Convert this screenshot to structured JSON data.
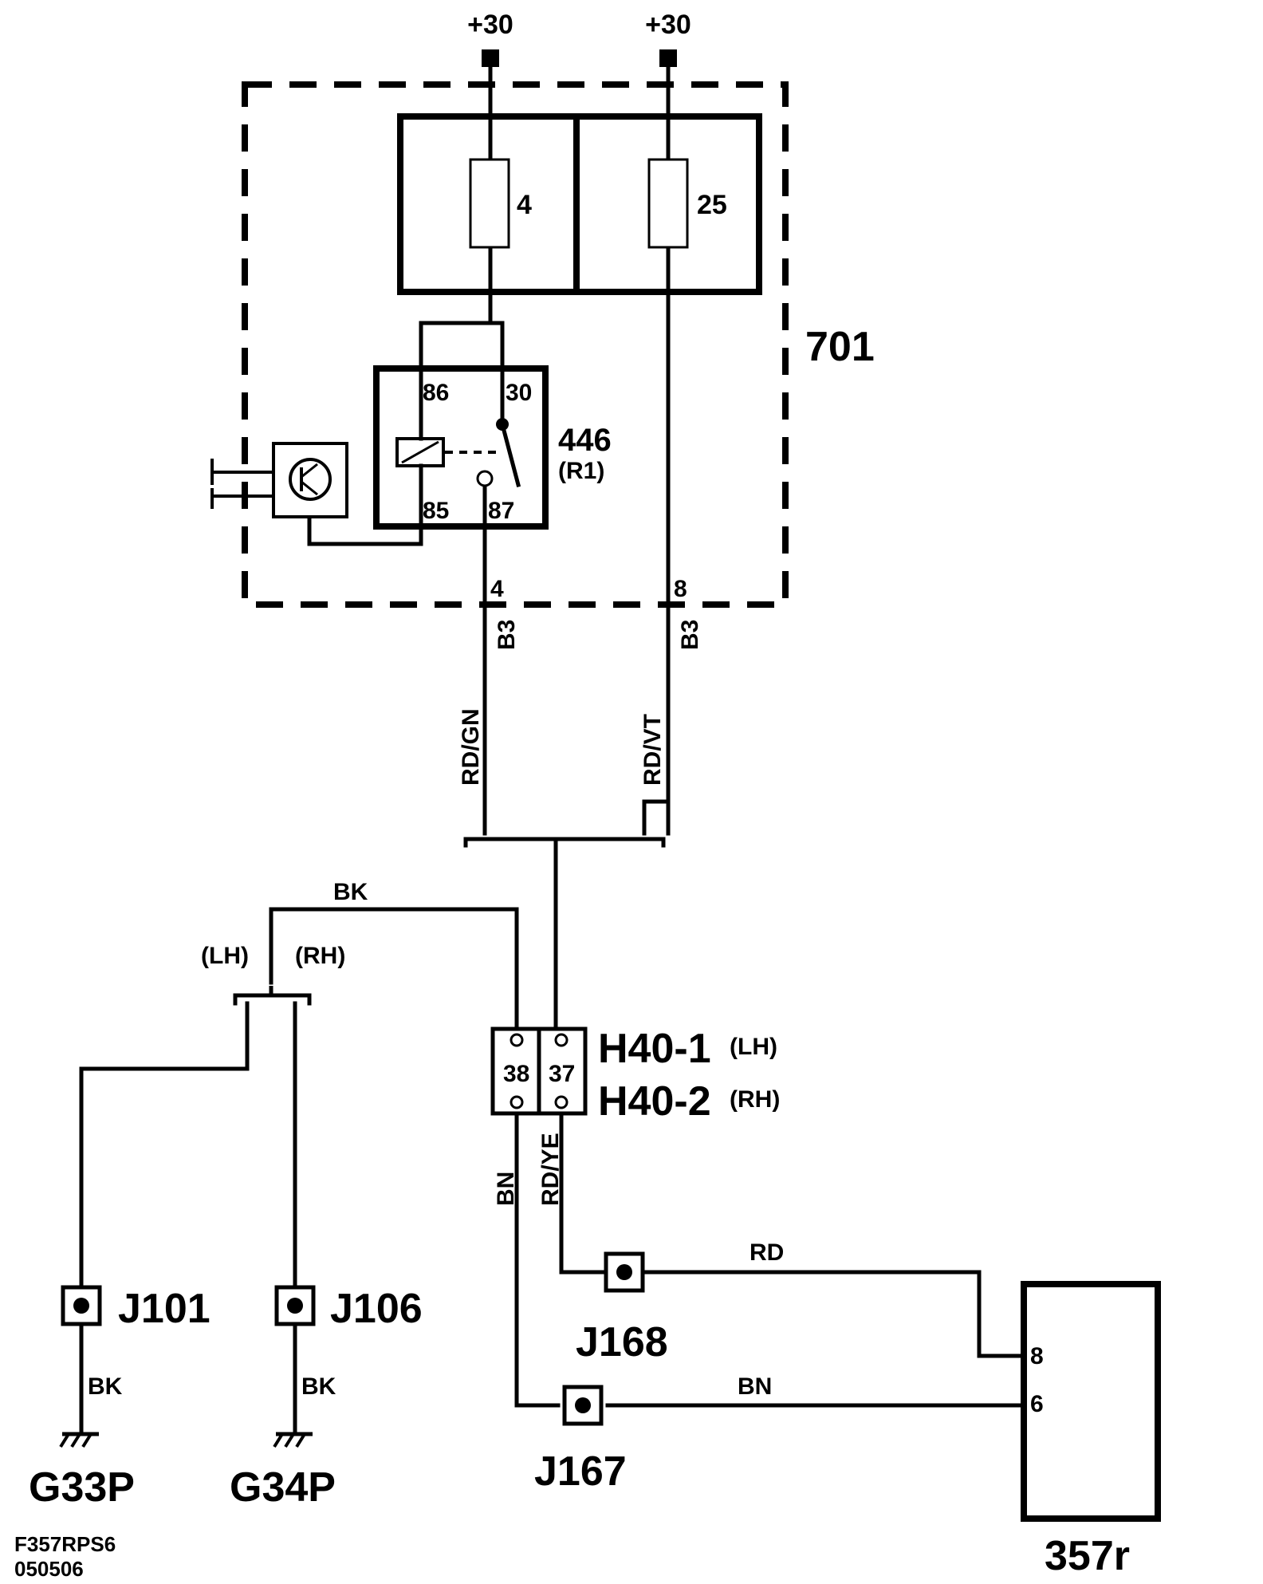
{
  "supply": {
    "left": "+30",
    "right": "+30"
  },
  "fuse_box": {
    "id": "701",
    "fuse_left": "4",
    "fuse_right": "25"
  },
  "relay": {
    "id": "446",
    "sub": "(R1)",
    "pins": {
      "p86": "86",
      "p30": "30",
      "p85": "85",
      "p87": "87"
    }
  },
  "fusebox_outputs": {
    "left_pin": "4",
    "right_pin": "8",
    "left_connector": "B3",
    "right_connector": "B3"
  },
  "wires": {
    "relay_out": "RD/GN",
    "fuse_out": "RD/VT",
    "ground_feed": "BK",
    "connector_37_out": "RD/YE",
    "connector_38_out": "BN",
    "to_pin8": "RD",
    "to_pin6": "BN",
    "j101_ground": "BK",
    "j106_ground": "BK"
  },
  "variants": {
    "lh": "(LH)",
    "rh": "(RH)"
  },
  "connector_h40": {
    "id1": "H40-1",
    "id1_side": "(LH)",
    "id2": "H40-2",
    "id2_side": "(RH)",
    "pin_left": "38",
    "pin_right": "37"
  },
  "junctions": {
    "j101": "J101",
    "j106": "J106",
    "j168": "J168",
    "j167": "J167"
  },
  "grounds": {
    "g33p": "G33P",
    "g34p": "G34P"
  },
  "module": {
    "id": "357r",
    "pin_top": "8",
    "pin_bottom": "6"
  },
  "footer": {
    "ref": "F357RPS6",
    "date": "050506"
  }
}
